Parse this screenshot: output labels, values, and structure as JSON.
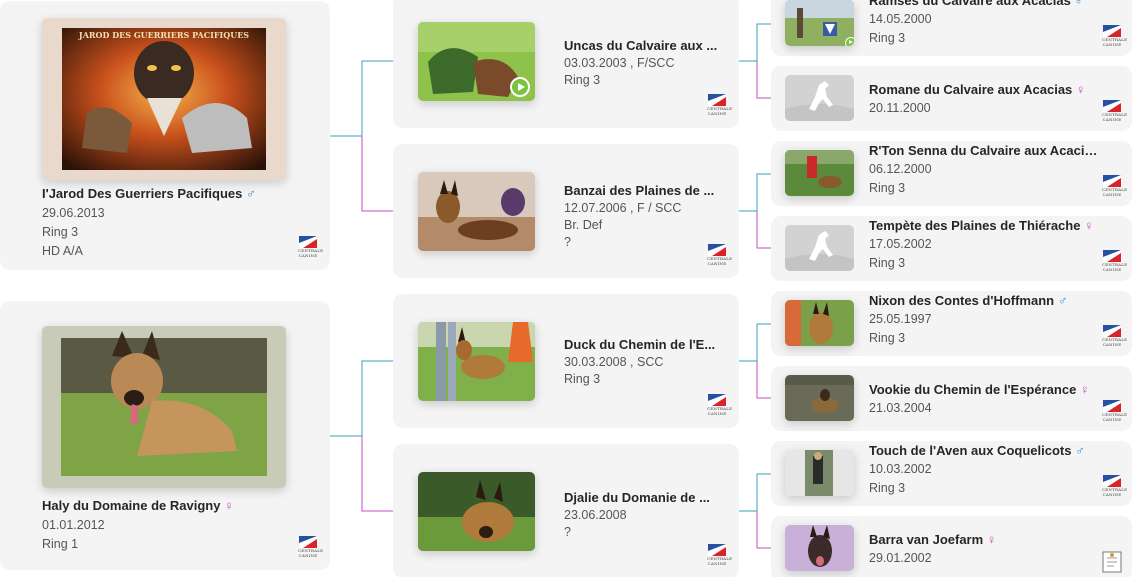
{
  "generation1": [
    {
      "name": "I'Jarod Des Guerriers Pacifiques",
      "sex_symbol": "♂",
      "sex": "male",
      "lines": [
        "29.06.2013",
        "Ring 3",
        "HD A/A"
      ],
      "photo_caption": "JAROD DES GUERRIERS PACIFIQUES",
      "logo": "centrale-canine"
    },
    {
      "name": "Haly du Domaine de Ravigny",
      "sex_symbol": "♀",
      "sex": "female",
      "lines": [
        "01.01.2012",
        "Ring 1"
      ],
      "logo": "centrale-canine"
    }
  ],
  "generation2": [
    {
      "name": "Uncas du Calvaire aux ...",
      "lines": [
        "03.03.2003 , F/SCC",
        "Ring 3"
      ],
      "has_video": true,
      "logo": "centrale-canine"
    },
    {
      "name": "Banzai des Plaines de ...",
      "lines": [
        "12.07.2006 , F / SCC",
        "Br. Def",
        "?"
      ],
      "logo": "centrale-canine"
    },
    {
      "name": "Duck du Chemin de l'E...",
      "lines": [
        "30.03.2008 , SCC",
        "Ring 3"
      ],
      "logo": "centrale-canine"
    },
    {
      "name": "Djalie du Domanie de ...",
      "lines": [
        "23.06.2008",
        "?"
      ],
      "logo": "centrale-canine"
    }
  ],
  "generation3": [
    {
      "name": "Ramses du Calvaire aux Acacias",
      "sex_symbol": "♂",
      "sex": "male",
      "lines": [
        "14.05.2000",
        "Ring 3"
      ],
      "has_video": true,
      "logo": "centrale-canine"
    },
    {
      "name": "Romane du Calvaire aux Acacias",
      "sex_symbol": "♀",
      "sex": "female",
      "lines": [
        "20.11.2000"
      ],
      "placeholder": true,
      "logo": "centrale-canine"
    },
    {
      "name": "R'Ton Senna du Calvaire aux Acacias",
      "sex_symbol": "♂",
      "sex": "male",
      "lines": [
        "06.12.2000",
        "Ring 3"
      ],
      "logo": "centrale-canine"
    },
    {
      "name": "Tempète des Plaines de Thiérache",
      "sex_symbol": "♀",
      "sex": "female",
      "lines": [
        "17.05.2002",
        "Ring 3"
      ],
      "placeholder": true,
      "logo": "centrale-canine"
    },
    {
      "name": "Nixon des Contes d'Hoffmann",
      "sex_symbol": "♂",
      "sex": "male",
      "lines": [
        "25.05.1997",
        "Ring 3"
      ],
      "logo": "centrale-canine"
    },
    {
      "name": "Vookie du Chemin de l'Espérance",
      "sex_symbol": "♀",
      "sex": "female",
      "lines": [
        "21.03.2004"
      ],
      "logo": "centrale-canine"
    },
    {
      "name": "Touch de l'Aven aux Coquelicots",
      "sex_symbol": "♂",
      "sex": "male",
      "lines": [
        "10.03.2002",
        "Ring 3"
      ],
      "logo": "centrale-canine"
    },
    {
      "name": "Barra van Joefarm",
      "sex_symbol": "♀",
      "sex": "female",
      "lines": [
        "29.01.2002"
      ],
      "logo": "foreign-kennel-club"
    }
  ],
  "logo_text": {
    "centrale_canine": "CENTRALE CANINE"
  },
  "colors": {
    "male_line": "#3aa0b8",
    "female_line": "#c24fc0",
    "male_symbol": "#3a8fd1",
    "female_symbol": "#c24fc0",
    "card_bg": "#f4f4f4"
  }
}
